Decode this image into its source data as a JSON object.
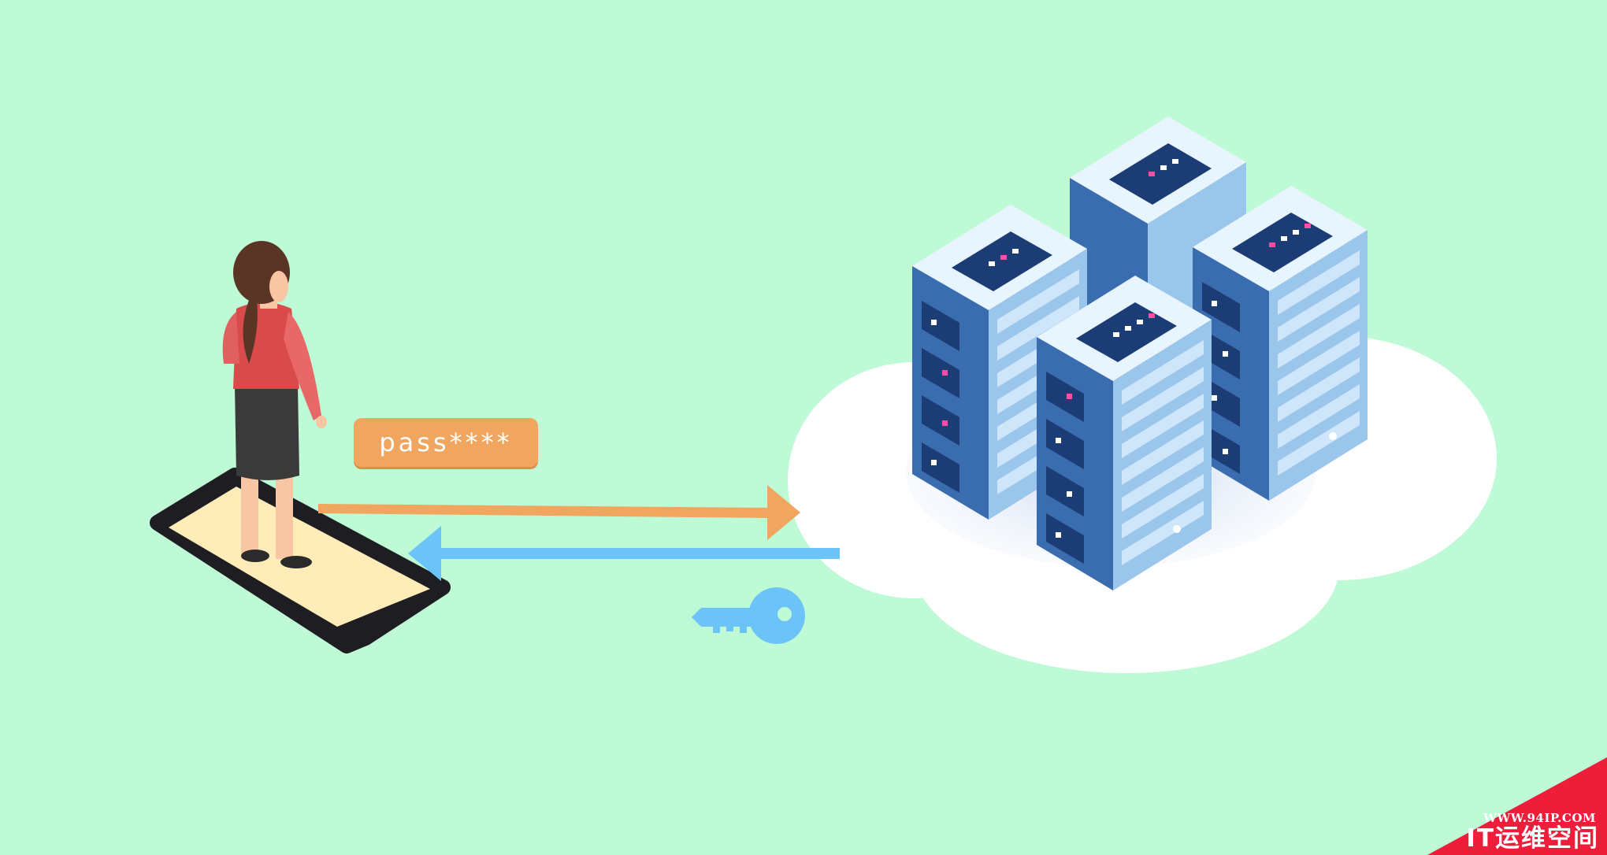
{
  "password_label": "pass****",
  "watermark": {
    "url": "WWW.94IP.COM",
    "name": "IT运维空间"
  },
  "colors": {
    "background": "#bdfad5",
    "request_arrow": "#f0a65e",
    "response_arrow": "#6cc3f7",
    "key": "#6cc3f7",
    "cloud": "#ffffff",
    "server_body": "#3f73b8",
    "server_light": "#d6ecfc",
    "phone_frame": "#1d1d22",
    "phone_screen": "#ffecb8",
    "watermark_corner": "#ee1d3a"
  },
  "icons": [
    "person-figure",
    "smartphone-icon",
    "key-icon",
    "cloud-icon",
    "server-rack-icon"
  ]
}
